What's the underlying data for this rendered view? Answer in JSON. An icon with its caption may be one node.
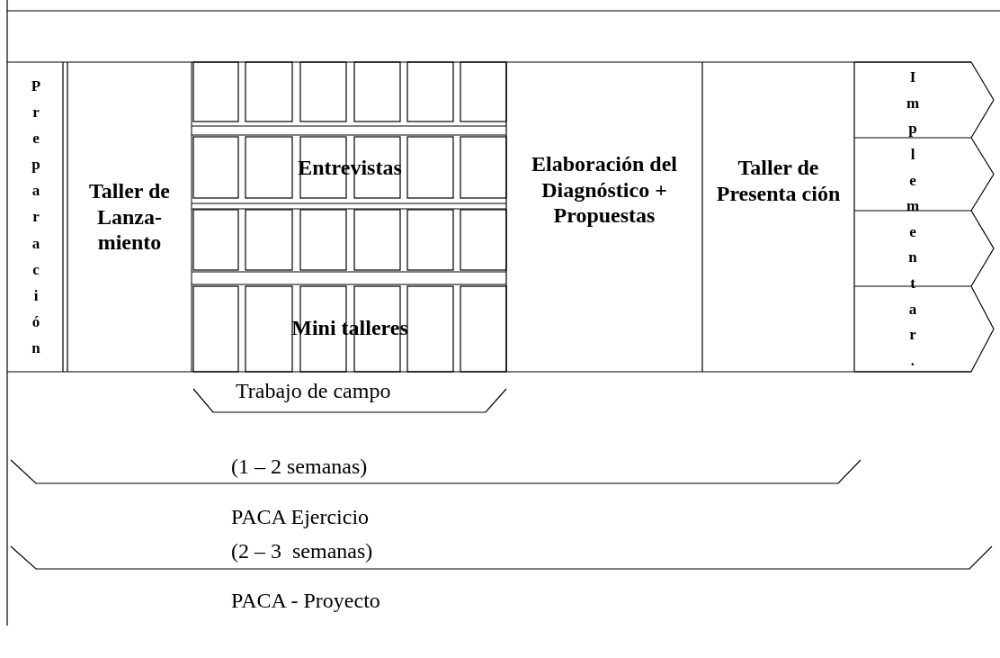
{
  "diagram": {
    "nodes": [
      {
        "text": [
          "Preparación"
        ]
      },
      {
        "text": [
          "Taller de Lanza-miento"
        ]
      },
      {
        "text": [
          "Entrevistas"
        ]
      },
      {
        "text": [
          "Mini talleres"
        ]
      },
      {
        "text": [
          "Elaboración del Diagnóstico + Propuestas"
        ]
      },
      {
        "text": [
          "Taller de Presenta ción"
        ]
      },
      {
        "text": [
          "Implementar."
        ]
      }
    ],
    "edges": [],
    "labels": [
      "Trabajo de campo",
      "(1 – 2 semanas)",
      "PACA Ejercicio",
      "(2 – 3  semanas)",
      "PACA - Proyecto"
    ]
  }
}
